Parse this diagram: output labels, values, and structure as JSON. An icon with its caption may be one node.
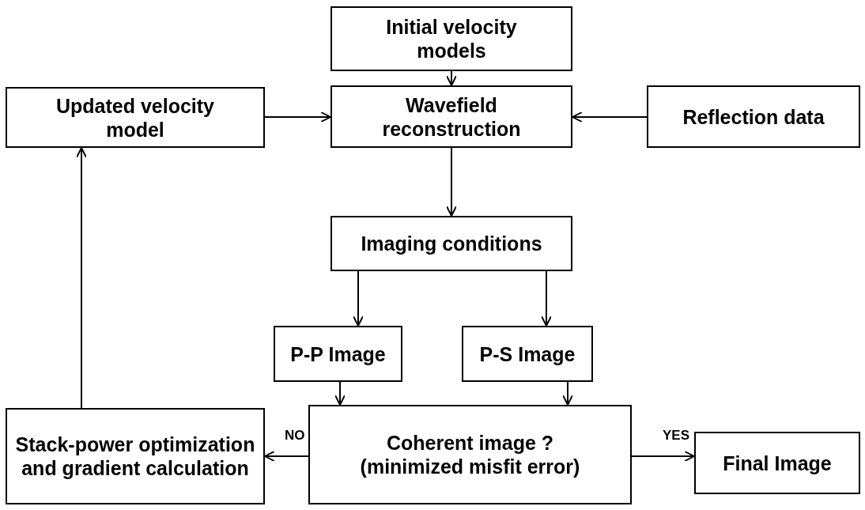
{
  "diagram": {
    "nodes": [
      {
        "text": [
          "Initial velocity models"
        ]
      },
      {
        "text": [
          "Updated velocity model"
        ]
      },
      {
        "text": [
          "Wavefield reconstruction"
        ]
      },
      {
        "text": [
          "Reflection data"
        ]
      },
      {
        "text": [
          "Imaging conditions"
        ]
      },
      {
        "text": [
          "P-P Image"
        ]
      },
      {
        "text": [
          "P-S Image"
        ]
      },
      {
        "text": [
          "Stack-power optimization and gradient calculation"
        ]
      },
      {
        "text": [
          "Coherent image ? (minimized misfit error)"
        ]
      },
      {
        "text": [
          "Final Image"
        ]
      }
    ],
    "edges": [
      {
        "from": 0,
        "to": 2,
        "arrow": "to"
      },
      {
        "from": 1,
        "to": 2,
        "arrow": "to"
      },
      {
        "from": 3,
        "to": 2,
        "arrow": "to"
      },
      {
        "from": 2,
        "to": 4,
        "arrow": "to"
      },
      {
        "from": 4,
        "to": 5,
        "arrow": "to"
      },
      {
        "from": 4,
        "to": 6,
        "arrow": "to"
      },
      {
        "from": 5,
        "to": 8,
        "arrow": "to"
      },
      {
        "from": 6,
        "to": 8,
        "arrow": "to"
      },
      {
        "from": 8,
        "to": 7,
        "arrow": "to",
        "label": "NO"
      },
      {
        "from": 8,
        "to": 9,
        "arrow": "to",
        "label": "YES"
      },
      {
        "from": 7,
        "to": 1,
        "arrow": "to"
      }
    ]
  }
}
